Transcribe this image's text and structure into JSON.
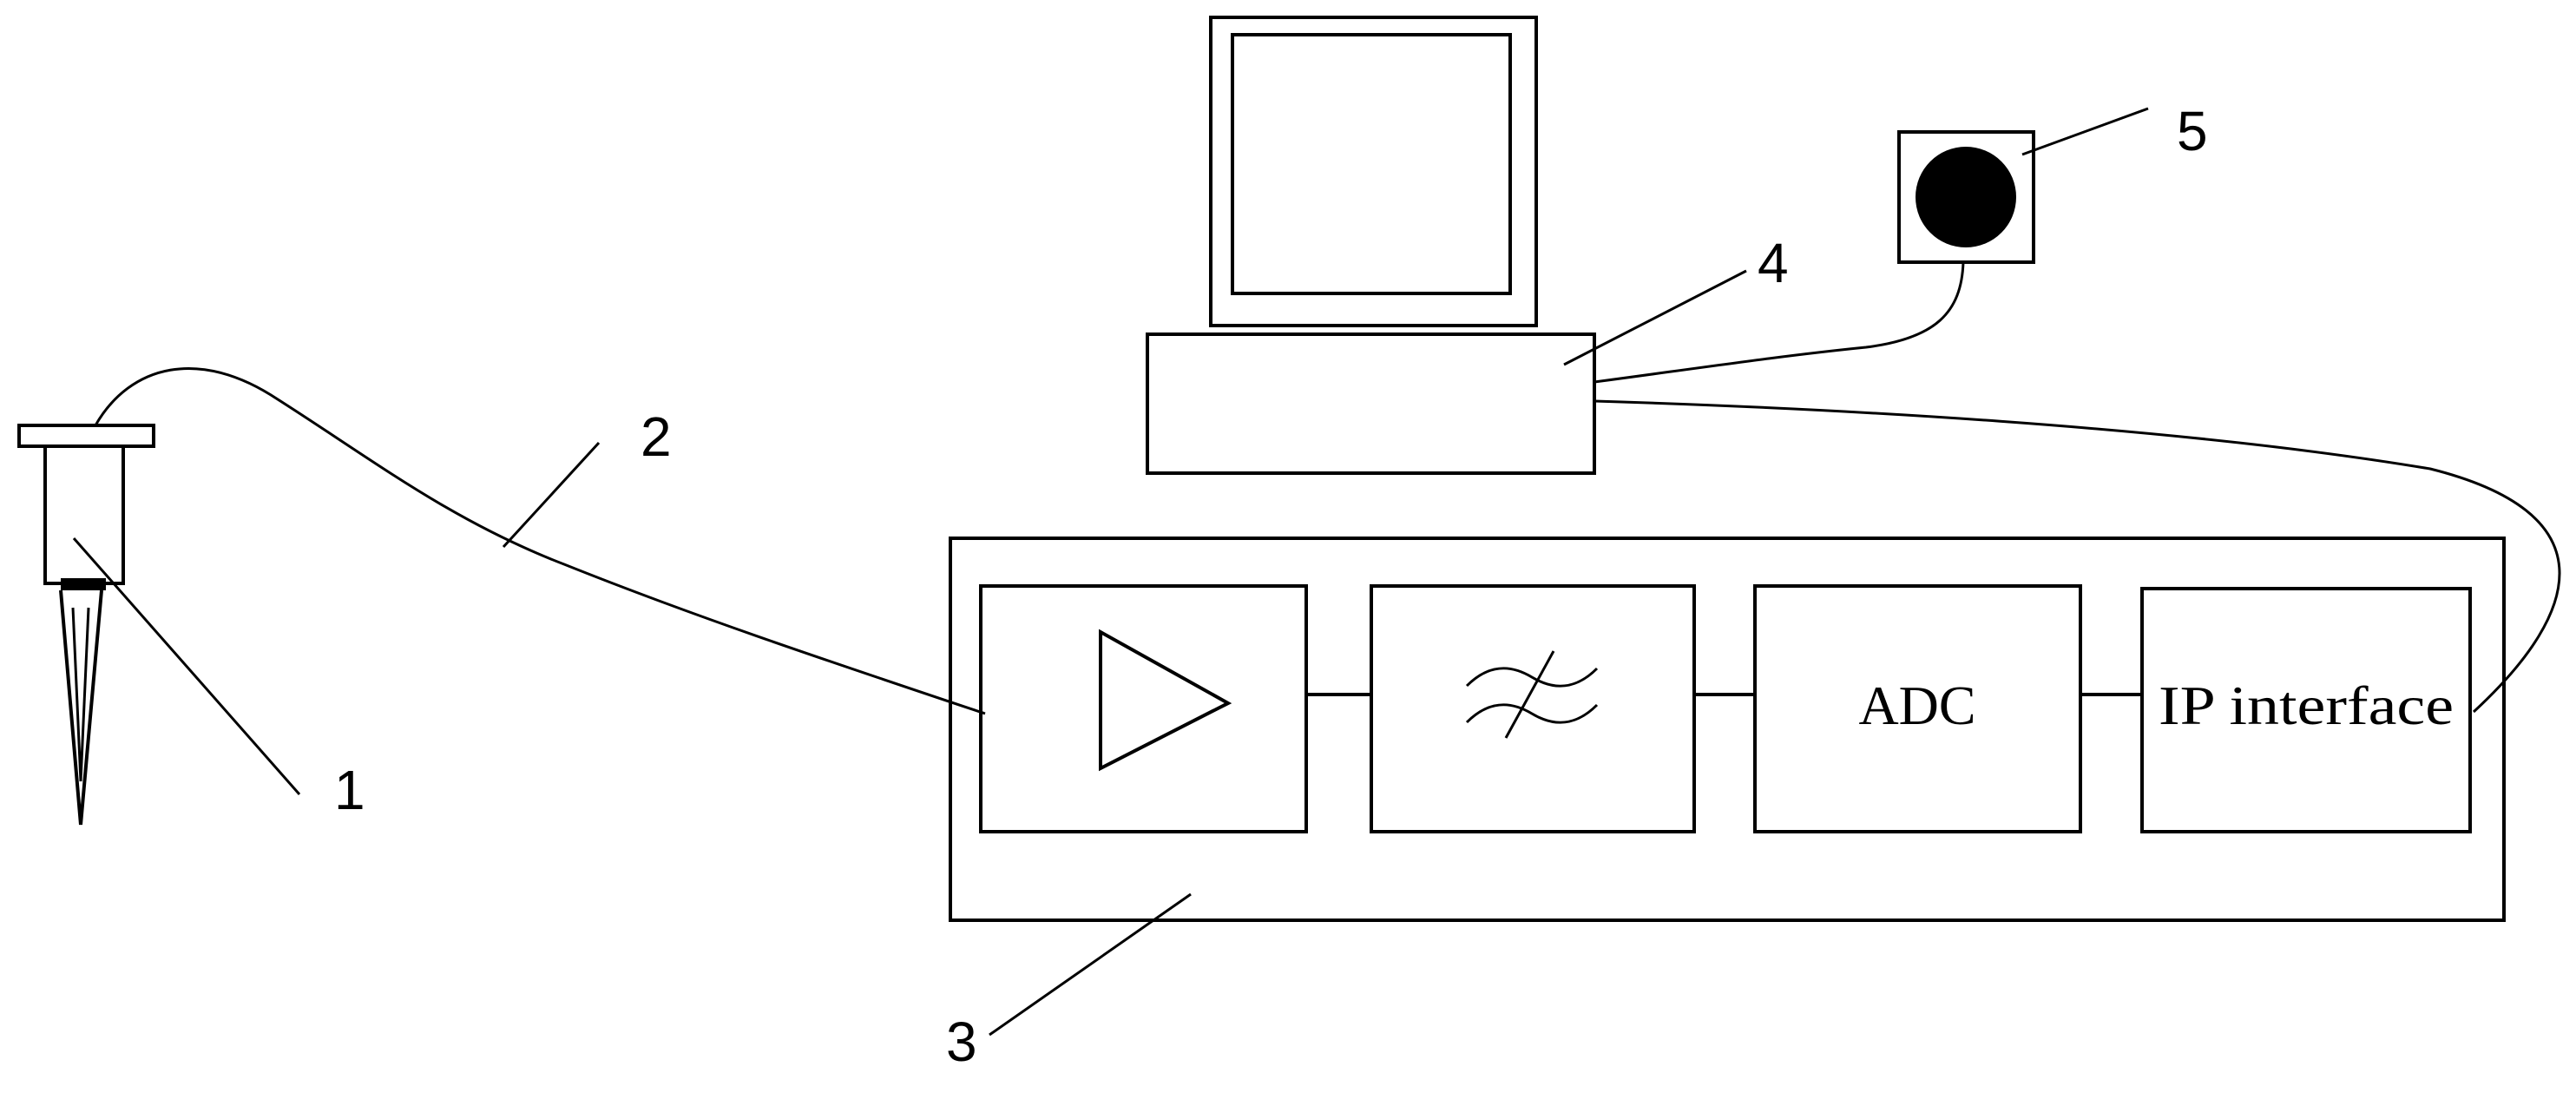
{
  "callouts": {
    "sensor": "1",
    "cable": "2",
    "daq_unit": "3",
    "computer": "4",
    "speaker": "5"
  },
  "blocks": {
    "amplifier": {
      "icon": "amplifier-triangle-icon"
    },
    "filter": {
      "icon": "bandpass-filter-icon"
    },
    "adc": {
      "label": "ADC"
    },
    "ip": {
      "label": "IP interface"
    }
  },
  "colors": {
    "ink": "#000000",
    "background": "#ffffff"
  }
}
